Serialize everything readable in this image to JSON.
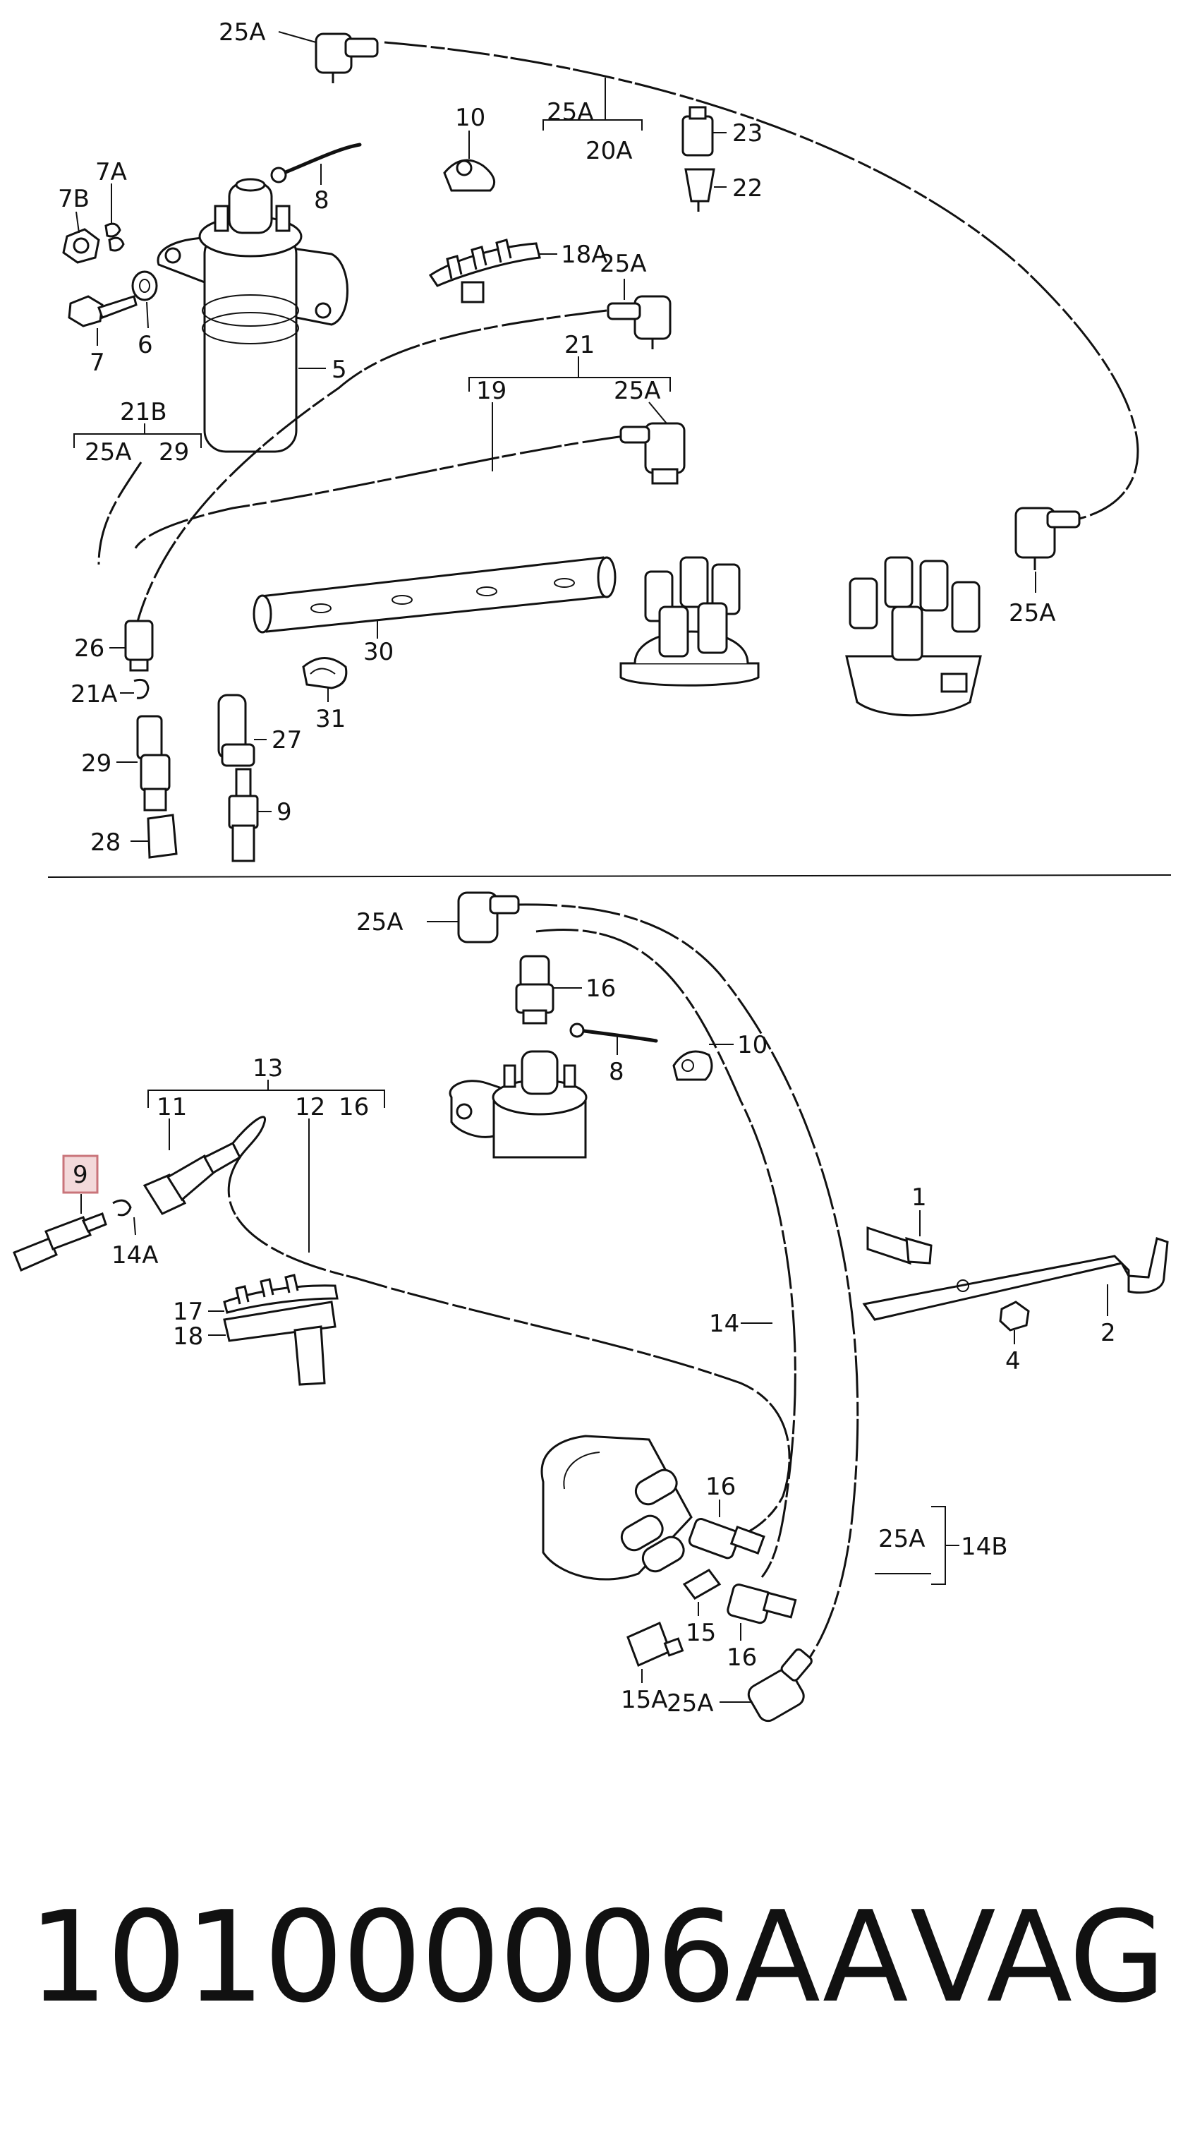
{
  "diagram": {
    "colors": {
      "ink": "#111111",
      "highlight_fill": "#f3d9da",
      "highlight_stroke": "#c9747a",
      "background": "#ffffff"
    },
    "top_section": {
      "labels": {
        "l25a_top": "25A",
        "l10": "10",
        "l25a_20": "25A",
        "l20a": "20A",
        "l23": "23",
        "l22": "22",
        "l7a": "7A",
        "l7b": "7B",
        "l8": "8",
        "l18a": "18A",
        "l25a_21": "25A",
        "l6": "6",
        "l7": "7",
        "l5": "5",
        "l21": "21",
        "l19": "19",
        "l25a_19": "25A",
        "l21b": "21B",
        "l25a_21b": "25A",
        "l29_b": "29",
        "l25a_right": "25A",
        "l26": "26",
        "l30": "30",
        "l21a": "21A",
        "l31": "31",
        "l27": "27",
        "l29": "29",
        "l9": "9",
        "l28": "28"
      }
    },
    "bottom_section": {
      "labels": {
        "l25a": "25A",
        "l16_top": "16",
        "l8": "8",
        "l10": "10",
        "l13": "13",
        "l11": "11",
        "l12": "12",
        "l16_br": "16",
        "l9_hl": "9",
        "l14a": "14A",
        "l1": "1",
        "l17": "17",
        "l18": "18",
        "l4": "4",
        "l2": "2",
        "l14": "14",
        "l16_mid": "16",
        "l25a_bracket": "25A",
        "l14b": "14B",
        "l15": "15",
        "l16_low": "16",
        "l15a": "15A",
        "l25a_bottom": "25A"
      }
    },
    "part_number": "101000006AA",
    "brand": "VAG"
  }
}
